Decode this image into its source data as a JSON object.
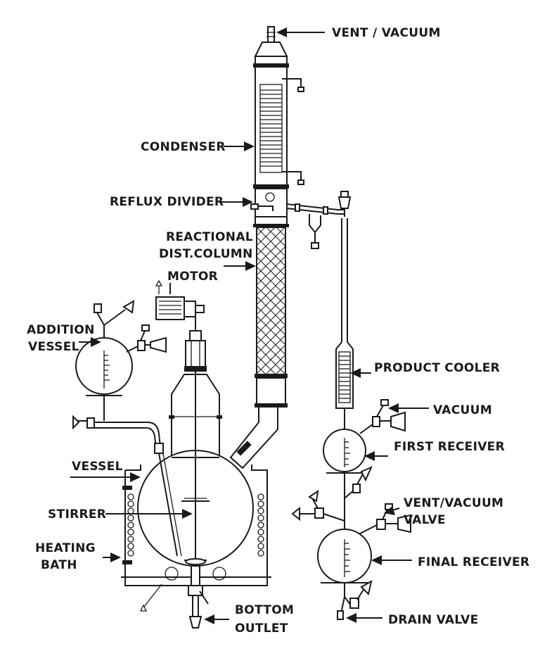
{
  "labels": {
    "vent_vacuum": "VENT / VACUUM",
    "condenser": "CONDENSER",
    "reflux_divider": "REFLUX DIVIDER",
    "reactional_1": "REACTIONAL",
    "reactional_2": "DIST.COLUMN",
    "motor": "MOTOR",
    "addition_1": "ADDITION",
    "addition_2": "VESSEL",
    "product_cooler": "PRODUCT COOLER",
    "vacuum": "VACUUM",
    "first_receiver": "FIRST RECEIVER",
    "vessel": "VESSEL",
    "vent_vacuum_valve_1": "VENT/VACUUM",
    "vent_vacuum_valve_2": "VALVE",
    "stirrer": "STIRRER",
    "heating_1": "HEATING",
    "heating_2": "BATH",
    "final_receiver": "FINAL RECEIVER",
    "bottom_1": "BOTTOM",
    "bottom_2": "OUTLET",
    "drain_valve": "DRAIN VALVE"
  }
}
